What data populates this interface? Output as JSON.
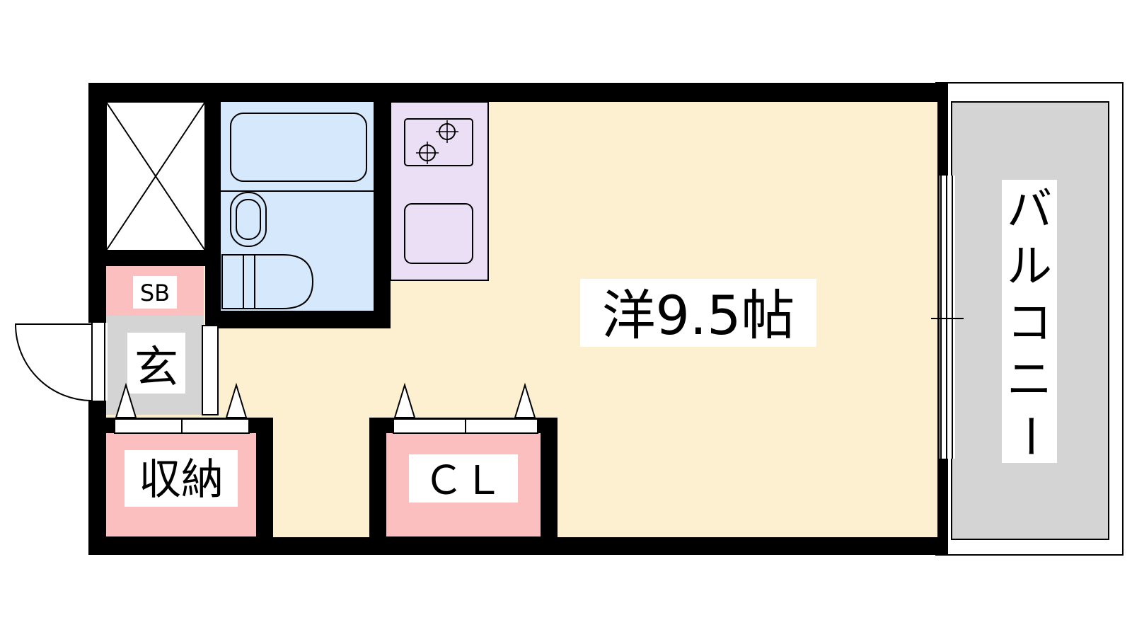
{
  "floor_plan": {
    "rooms": {
      "main_room": {
        "label": "洋9.5帖"
      },
      "balcony": {
        "label_chars": [
          "バ",
          "ル",
          "コ",
          "ニ",
          "ー"
        ]
      },
      "shoe_box": {
        "label": "SB"
      },
      "entrance": {
        "label": "玄"
      },
      "storage": {
        "label": "収納"
      },
      "closet": {
        "label": "ＣＬ"
      }
    },
    "colors": {
      "wall": "#000000",
      "room_floor": "#fdf0d0",
      "bath_area": "#d6e8fb",
      "kitchen_area": "#eadff5",
      "storage_area": "#fbbfc0",
      "entrance_floor": "#d4d4d4",
      "balcony_floor": "#d4d4d4",
      "label_background": "#ffffff"
    }
  }
}
